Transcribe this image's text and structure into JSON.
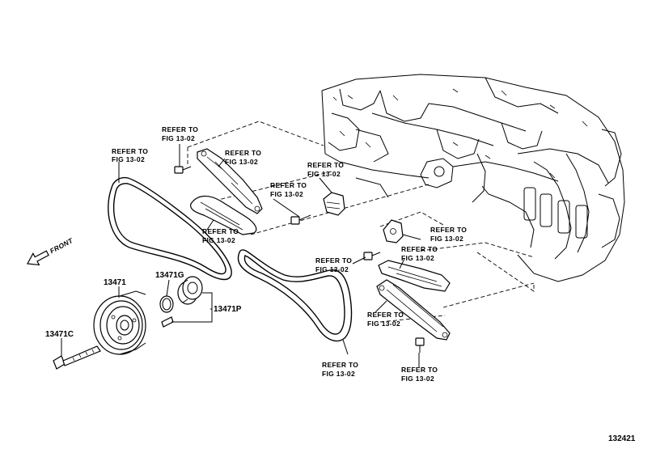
{
  "refer_label_line1": "REFER TO",
  "refer_label_line2": "FIG 13-02",
  "part_numbers": {
    "crank_pulley": "13471",
    "pulley_bolt": "13471C",
    "o_ring": "13471G",
    "tensioner_kit": "13471P"
  },
  "front_label": "FRONT",
  "figure_id": "132421"
}
